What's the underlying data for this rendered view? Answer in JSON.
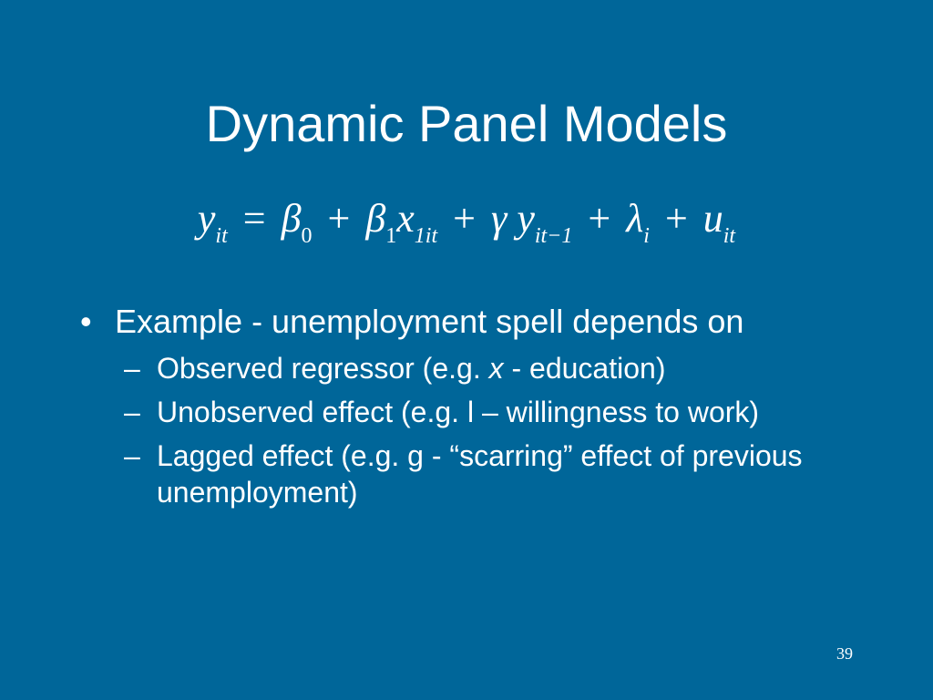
{
  "slide": {
    "title": "Dynamic Panel Models",
    "equation": {
      "y": "y",
      "it": "it",
      "equals": "=",
      "beta": "β",
      "zero": "0",
      "plus": "+",
      "one": "1",
      "x": "x",
      "one_it": "1it",
      "gamma": "γ",
      "it_minus_1": "it−1",
      "lambda": "λ",
      "i": "i",
      "u": "u"
    },
    "bullets": [
      {
        "marker": "•",
        "text": "Example - unemployment spell depends on",
        "sub": [
          {
            "marker": "–",
            "text_before": "Observed regressor  (e.g. ",
            "italic": "x",
            "text_after": " - education)"
          },
          {
            "marker": "–",
            "text": "Unobserved effect (e.g. l – willingness to work)"
          },
          {
            "marker": "–",
            "text": "Lagged effect (e.g. g  - “scarring” effect of previous unemployment)"
          }
        ]
      }
    ],
    "page_number": "39"
  },
  "colors": {
    "background": "#006699",
    "text": "#ffffff"
  }
}
